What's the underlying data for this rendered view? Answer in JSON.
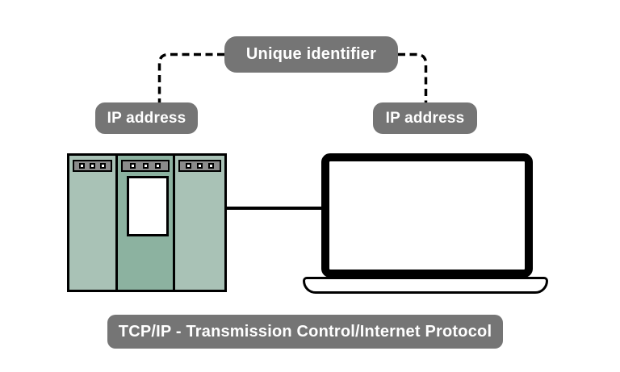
{
  "colors": {
    "background": "#ffffff",
    "label_bg": "#757575",
    "label_text": "#ffffff",
    "line": "#000000",
    "plc_side_section": "#a9c2b6",
    "plc_middle_section": "#8cb2a0",
    "plc_vent_strip": "#8b8b8b",
    "device_outline": "#000000",
    "screen_fill": "#ffffff"
  },
  "labels": {
    "unique_identifier": "Unique identifier",
    "ip_address_left": "IP address",
    "ip_address_right": "IP address"
  },
  "caption": "TCP/IP - Transmission Control/Internet Protocol"
}
